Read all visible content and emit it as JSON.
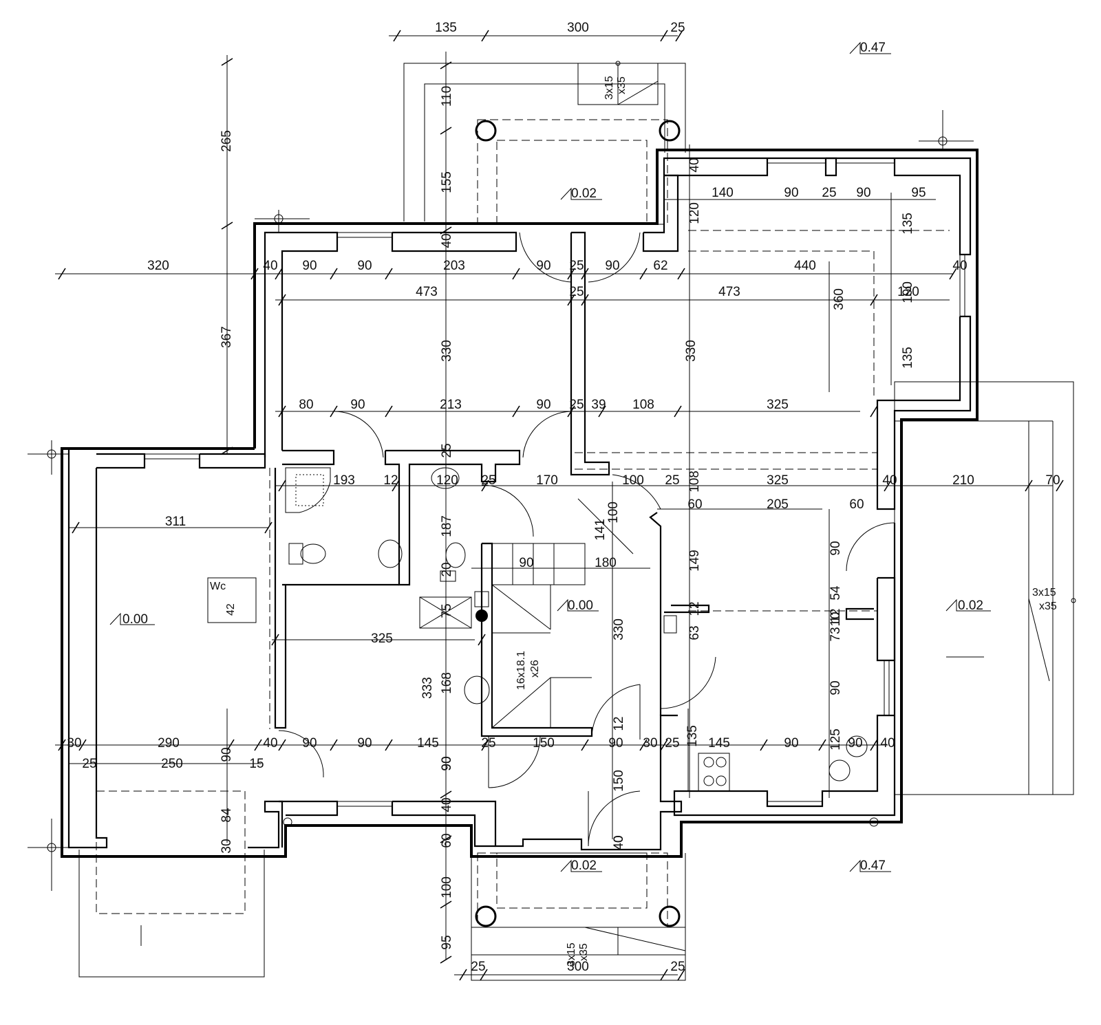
{
  "levels": {
    "top_right": "0.47",
    "top_terrace": "0.02",
    "interior_hall": "0.00",
    "garage": "0.00",
    "right_terrace": "0.02",
    "bottom_terrace": "0.02",
    "bottom_right": "0.47"
  },
  "stairs": {
    "top": {
      "line1": "3x15",
      "line2": "x35"
    },
    "right": {
      "line1": "3x15",
      "line2": "x35"
    },
    "bottom": {
      "line1": "3x15",
      "line2": "x35"
    },
    "interior": {
      "line1": "16x18.1",
      "line2": "x26"
    }
  },
  "labels": {
    "chimney": "Wc",
    "chimney_dim": "42"
  },
  "dims": {
    "top_chain": [
      "135",
      "300",
      "25"
    ],
    "left_vertical": [
      "265",
      "367"
    ],
    "top_terrace_vertical": [
      "110",
      "155",
      "40"
    ],
    "row_a": [
      "320",
      "40",
      "90",
      "90",
      "203",
      "90",
      "25",
      "90",
      "62",
      "440",
      "40"
    ],
    "row_b": [
      "473",
      "25",
      "473",
      "120"
    ],
    "right_room_top": [
      "40",
      "120",
      "140",
      "90",
      "25",
      "90",
      "95",
      "135"
    ],
    "right_room_vertical": [
      "360",
      "190",
      "135"
    ],
    "center_vertical": [
      "330",
      "330"
    ],
    "row_c": [
      "80",
      "90",
      "213",
      "90",
      "25",
      "39",
      "108",
      "325"
    ],
    "row_d": [
      "193",
      "12",
      "120",
      "25",
      "170",
      "100",
      "25",
      "108",
      "325",
      "40",
      "210",
      "70"
    ],
    "bath_vertical": [
      "25",
      "187",
      "20"
    ],
    "garage_width": "311",
    "hall_labels": [
      "100",
      "141",
      "90",
      "180"
    ],
    "kitchen": [
      "60",
      "205",
      "60",
      "90",
      "54",
      "12",
      "149",
      "63",
      "12"
    ],
    "right_column": [
      "10",
      "73",
      "90",
      "125",
      "135",
      "90"
    ],
    "row_e": [
      "325",
      "333",
      "168",
      "75",
      "330",
      "12"
    ],
    "row_f": [
      "30",
      "290",
      "90",
      "40",
      "90",
      "90",
      "145",
      "25",
      "150",
      "90",
      "30",
      "25",
      "145",
      "90",
      "90",
      "40"
    ],
    "row_g": [
      "25",
      "250",
      "15",
      "90",
      "150",
      "40"
    ],
    "garage_bottom": [
      "84",
      "30"
    ],
    "bottom_vertical": [
      "40",
      "60",
      "100",
      "95",
      "40"
    ],
    "bottom_chain": [
      "25",
      "300",
      "25"
    ]
  }
}
